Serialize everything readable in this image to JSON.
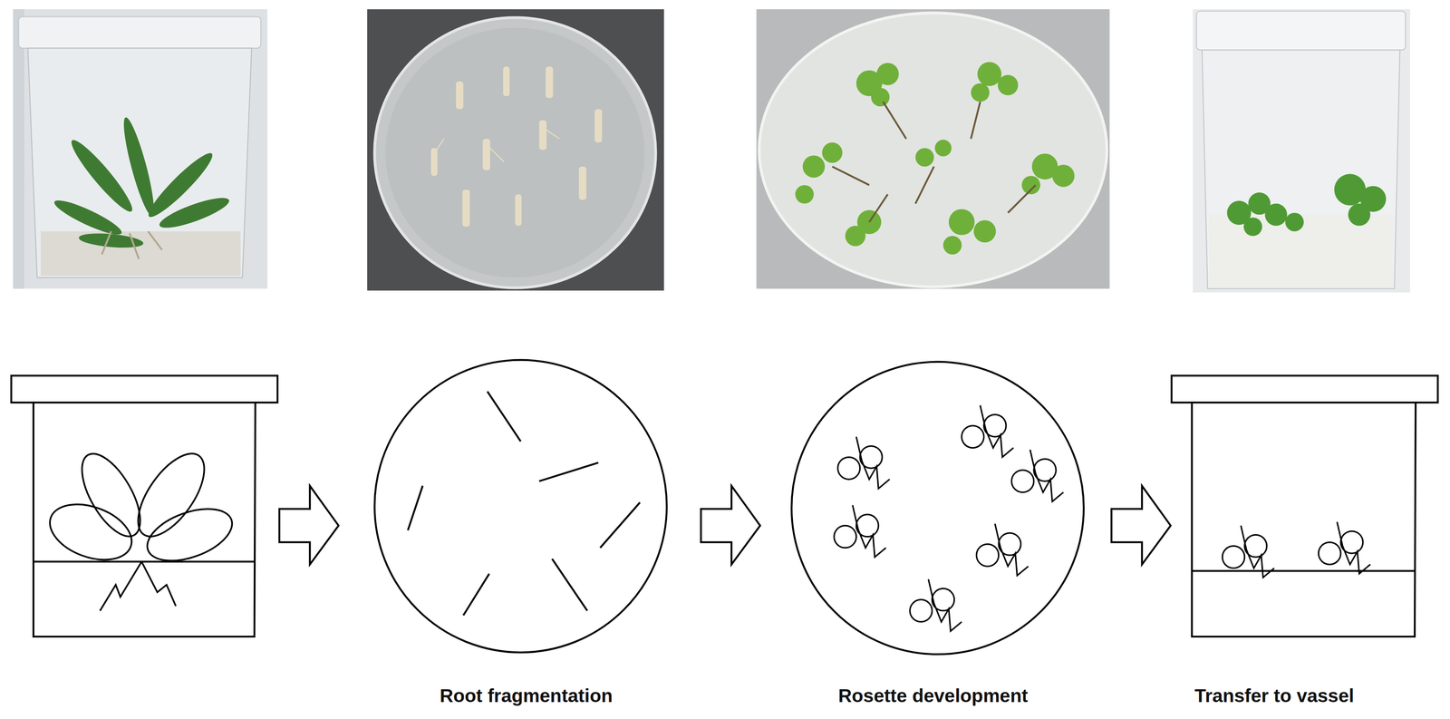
{
  "diagram": {
    "labels": [
      "Root fragmentation",
      "Rosette development",
      "Transfer to vassel"
    ]
  }
}
